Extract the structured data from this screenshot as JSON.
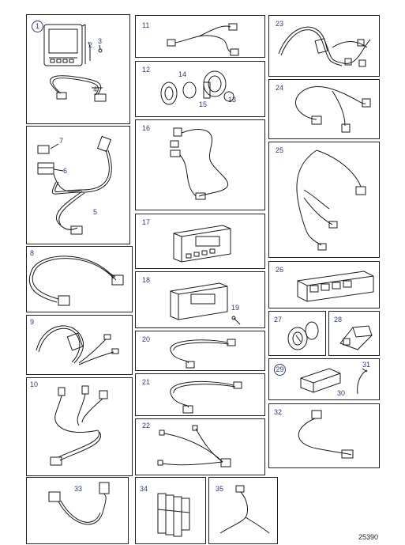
{
  "figure_number": "25390",
  "line_color": "#1a1a1a",
  "label_color": "#2a3a8a",
  "panels": [
    {
      "id": "p1",
      "label": "1",
      "circled": true,
      "callouts": [
        "2",
        "3",
        "4"
      ]
    },
    {
      "id": "p5",
      "label": "7",
      "circled": false,
      "callouts": [
        "6",
        "5"
      ]
    },
    {
      "id": "p8",
      "label": "8",
      "circled": false,
      "callouts": []
    },
    {
      "id": "p9",
      "label": "9",
      "circled": false,
      "callouts": []
    },
    {
      "id": "p10",
      "label": "10",
      "circled": false,
      "callouts": []
    },
    {
      "id": "p33",
      "label": "33",
      "circled": false,
      "callouts": []
    },
    {
      "id": "p11",
      "label": "11",
      "circled": false,
      "callouts": []
    },
    {
      "id": "p12",
      "label": "12",
      "circled": false,
      "callouts": [
        "14",
        "15",
        "13"
      ]
    },
    {
      "id": "p16",
      "label": "16",
      "circled": false,
      "callouts": []
    },
    {
      "id": "p17",
      "label": "17",
      "circled": false,
      "callouts": []
    },
    {
      "id": "p18",
      "label": "18",
      "circled": false,
      "callouts": [
        "19"
      ]
    },
    {
      "id": "p20",
      "label": "20",
      "circled": false,
      "callouts": []
    },
    {
      "id": "p21",
      "label": "21",
      "circled": false,
      "callouts": []
    },
    {
      "id": "p22",
      "label": "22",
      "circled": false,
      "callouts": []
    },
    {
      "id": "p34",
      "label": "34",
      "circled": false,
      "callouts": []
    },
    {
      "id": "p35",
      "label": "35",
      "circled": false,
      "callouts": []
    },
    {
      "id": "p23",
      "label": "23",
      "circled": false,
      "callouts": []
    },
    {
      "id": "p24",
      "label": "24",
      "circled": false,
      "callouts": []
    },
    {
      "id": "p25",
      "label": "25",
      "circled": false,
      "callouts": []
    },
    {
      "id": "p26",
      "label": "26",
      "circled": false,
      "callouts": []
    },
    {
      "id": "p27",
      "label": "27",
      "circled": false,
      "callouts": []
    },
    {
      "id": "p28",
      "label": "28",
      "circled": false,
      "callouts": []
    },
    {
      "id": "p29",
      "label": "29",
      "circled": true,
      "callouts": [
        "31",
        "30"
      ]
    },
    {
      "id": "p32",
      "label": "32",
      "circled": false,
      "callouts": []
    }
  ]
}
